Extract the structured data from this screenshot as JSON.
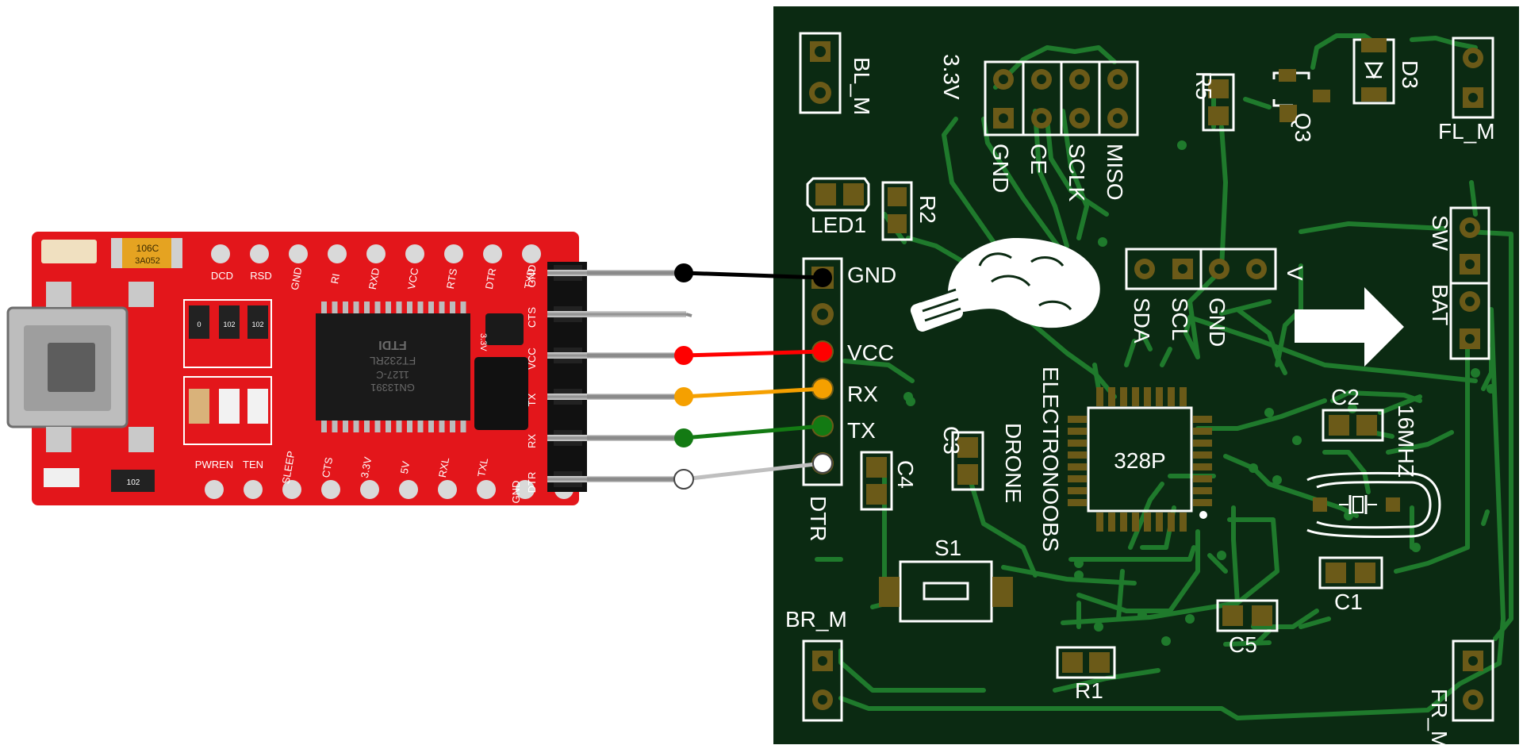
{
  "colors": {
    "pcb": "#0b2a12",
    "trace": "#1f7a2c",
    "pad": "#6b5a18",
    "silkscreen": "#ffffff",
    "ftdi_board": "#e3161b",
    "wire_gnd": "#000000",
    "wire_vcc": "#ff0000",
    "wire_rx": "#f5a000",
    "wire_tx": "#137a13",
    "wire_dtr": "#ffffff"
  },
  "ftdi": {
    "top_pins": [
      "DCD",
      "RSD",
      "GND",
      "RI",
      "RXD",
      "VCC",
      "RTS",
      "DTR",
      "TXD"
    ],
    "bottom_pins": [
      "PWREN",
      "TEN",
      "SLEEP",
      "CTS",
      "3.3V",
      "5V",
      "RXL",
      "TXL"
    ],
    "header_pins": [
      "GND",
      "CTS",
      "VCC",
      "TX",
      "RX",
      "DTR"
    ],
    "header_extra": "GND",
    "chip_text": "FTDI",
    "chip_code1": "FT232RL",
    "chip_code2": "1127-C",
    "chip_code3": "GN13391",
    "jumper_label": "3.3V",
    "cap_code": "106C",
    "cap_code2": "3A052",
    "res_codes": [
      "0",
      "102",
      "102",
      "102"
    ]
  },
  "connections": [
    {
      "label": "GND",
      "color": "#000000"
    },
    {
      "label": "VCC",
      "color": "#ff0000"
    },
    {
      "label": "RX",
      "color": "#f5a000"
    },
    {
      "label": "TX",
      "color": "#137a13"
    },
    {
      "label": "DTR",
      "color": "#ffffff"
    }
  ],
  "pcb": {
    "labels": {
      "bl_m": "BL_M",
      "fl_m": "FL_M",
      "br_m": "BR_M",
      "fr_m": "FR_M",
      "v33": "3.3V",
      "gnd_spi": "GND",
      "ce": "CE",
      "sclk": "SCLK",
      "miso": "MISO",
      "r5": "R5",
      "q3": "Q3",
      "d3": "D3",
      "led1": "LED1",
      "r2": "R2",
      "gnd_hdr": "GND",
      "vcc_hdr": "VCC",
      "rx_hdr": "RX",
      "tx_hdr": "TX",
      "dtr_hdr": "DTR",
      "sda": "SDA",
      "scl": "SCL",
      "gnd_i2c": "GND",
      "v": "V",
      "sw": "SW",
      "bat": "BAT",
      "c2": "C2",
      "mhz": "16MHZ",
      "chip": "328P",
      "c3": "C3",
      "c4": "C4",
      "brand1": "ELECTRONOOBS",
      "brand2": "DRONE",
      "s1": "S1",
      "c1": "C1",
      "c5": "C5",
      "r1": "R1"
    }
  }
}
